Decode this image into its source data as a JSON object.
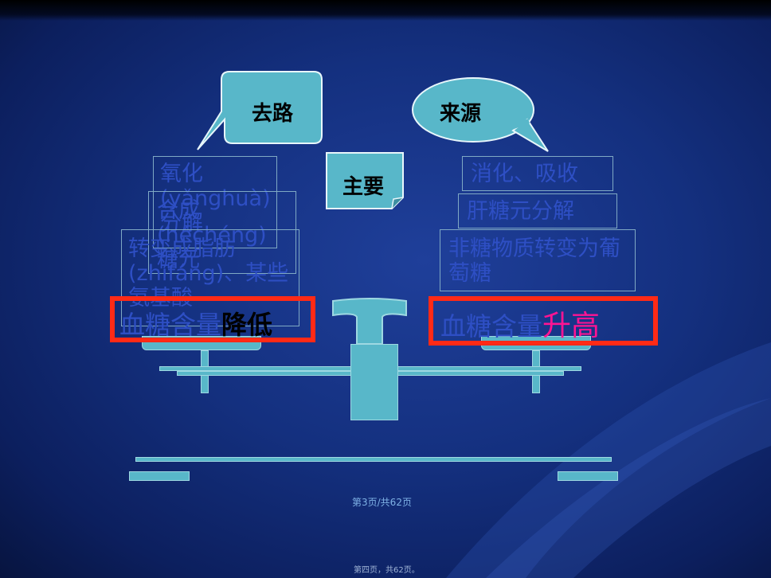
{
  "bubbles": {
    "left": "去路",
    "right": "来源"
  },
  "center_label": "主要",
  "left_items": {
    "item1": "氧化(yǎnghuà)分解",
    "item2": "合成(héchéng)糖元",
    "item3": "转变成脂肪(zhīfáng)、某些氨基酸"
  },
  "right_items": {
    "item1": "消化、吸收",
    "item2": "肝糖元分解",
    "item3": "非糖物质转变为葡萄糖"
  },
  "left_result": {
    "prefix": "血糖含量",
    "emphasis": "降低"
  },
  "right_result": {
    "prefix": "血糖含量",
    "emphasis": "升高"
  },
  "footer": {
    "page": "第3页/共62页",
    "bottom": "第四页，共62页。"
  },
  "colors": {
    "accent_red": "#ff2a16",
    "balance_teal": "#58b7c9",
    "label_blue": "#2e4fc4",
    "emphasis_pink": "#ff1493"
  }
}
